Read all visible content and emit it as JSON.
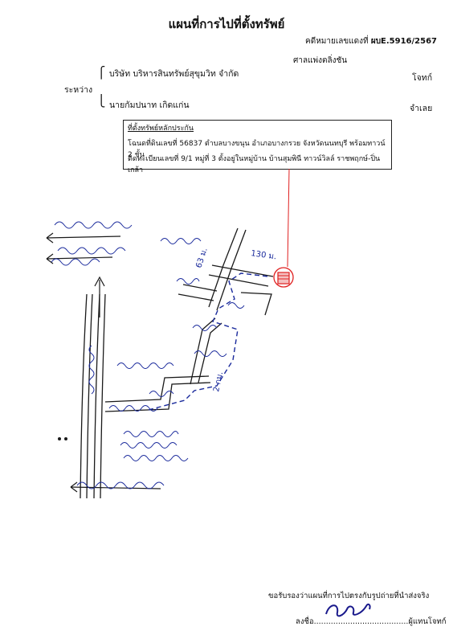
{
  "document": {
    "title": "แผนที่การไปที่ตั้งทรัพย์",
    "case_label": "คดีหมายเลขแดงที่",
    "case_number": "ผบE.5916/2567",
    "court": "ศาลแพ่งตลิ่งชัน",
    "between_label": "ระหว่าง",
    "plaintiff_name": "บริษัท บริหารสินทรัพย์สุขุมวิท จำกัด",
    "plaintiff_role": "โจทก์",
    "defendant_name": "นายกัมปนาท  เกิดแก่น",
    "defendant_role": "จำเลย"
  },
  "collateral": {
    "heading": "ที่ตั้งทรัพย์หลักประกัน",
    "line1": "โฉนดที่ดินเลขที่ 56837 ตำบลบางขนุน อำเภอบางกรวย จังหวัดนนทบุรี พร้อมทาวน์ 2 ชั้น",
    "line2": "ติดทะเบียนเลขที่ 9/1 หมู่ที่ 3 ตั้งอยู่ในหมู่บ้าน บ้านสุมพินี ทาวน์วิลล์ ราชพฤกษ์-ปิ่นเกล้า"
  },
  "map_labels": {
    "dist_1": "130 ม.",
    "dist_2": "63 ม.",
    "dist_3": "2 กม."
  },
  "footer": {
    "certify": "ขอรับรองว่าแผนที่การไปตรงกับรูปถ่ายที่นำส่งจริง",
    "sign_prefix": "ลงชื่อ",
    "sign_suffix": "ผู้แทนโจทก์"
  },
  "colors": {
    "road": "#1a1a1a",
    "route": "#1a2a9c",
    "pointer": "#e02020"
  }
}
